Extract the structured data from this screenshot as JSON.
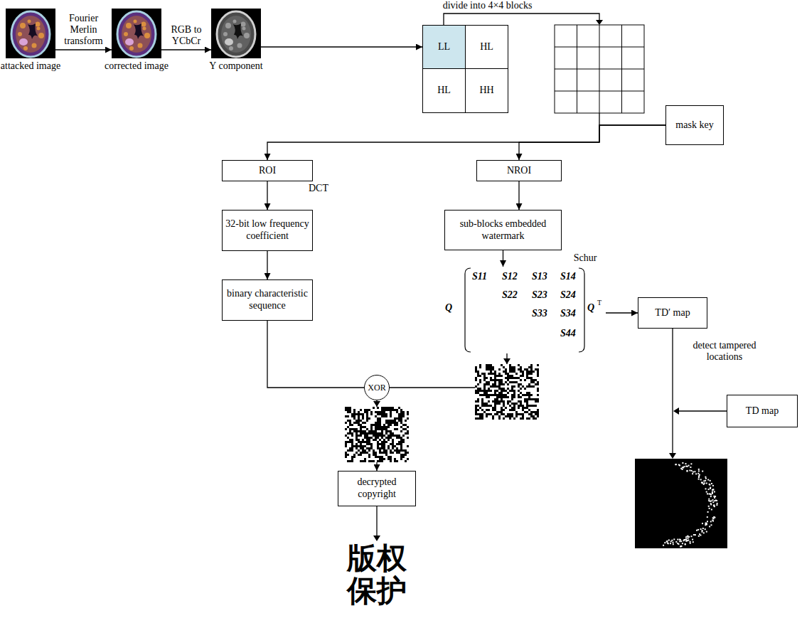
{
  "diagram": {
    "nodes": [
      {
        "text": [
          "attacked image"
        ]
      },
      {
        "text": [
          "corrected image"
        ]
      },
      {
        "text": [
          "Y component"
        ]
      },
      {
        "text": [
          "LL"
        ]
      },
      {
        "text": [
          "HL"
        ]
      },
      {
        "text": [
          "HL"
        ]
      },
      {
        "text": [
          "HH"
        ]
      },
      {
        "text": [
          "mask key"
        ]
      },
      {
        "text": [
          "ROI"
        ]
      },
      {
        "text": [
          "NROI"
        ]
      },
      {
        "text": [
          "32-bit low frequency coefficient"
        ]
      },
      {
        "text": [
          "sub-blocks embedded watermark"
        ]
      },
      {
        "text": [
          "Q",
          "S11",
          "S12",
          "S13",
          "S14",
          "S22",
          "S23",
          "S24",
          "S33",
          "S34",
          "S44",
          "Q",
          "T"
        ]
      },
      {
        "text": [
          "TD′ map"
        ]
      },
      {
        "text": [
          "binary characteristic sequence"
        ]
      },
      {
        "text": [
          "XOR"
        ]
      },
      {
        "text": [
          "TD map"
        ]
      },
      {
        "text": [
          "decrypted copyright"
        ]
      }
    ],
    "edges": [
      {
        "from": 0,
        "to": 1,
        "arrow": "to",
        "label": "Fourier Merlin transform"
      },
      {
        "from": 1,
        "to": 2,
        "arrow": "to",
        "label": "RGB to YCbCr"
      },
      {
        "from": 2,
        "to": 3,
        "arrow": "to"
      },
      {
        "from": 7,
        "to": 8,
        "arrow": "to"
      },
      {
        "from": 7,
        "to": 9,
        "arrow": "to"
      },
      {
        "from": 8,
        "to": 10,
        "arrow": "to"
      },
      {
        "from": 10,
        "to": 14,
        "arrow": "to"
      },
      {
        "from": 9,
        "to": 11,
        "arrow": "to"
      },
      {
        "from": 11,
        "to": 12,
        "arrow": "to"
      },
      {
        "from": 12,
        "to": 13,
        "arrow": "to"
      },
      {
        "from": 14,
        "to": 15,
        "arrow": "none"
      },
      {
        "from": 12,
        "to": 15,
        "arrow": "none"
      },
      {
        "from": 15,
        "to": 17,
        "arrow": "to"
      }
    ],
    "labels": [
      "divide into 4×4 blocks",
      "DCT",
      "Schur",
      "detect tampered locations",
      "版权 保护"
    ]
  }
}
